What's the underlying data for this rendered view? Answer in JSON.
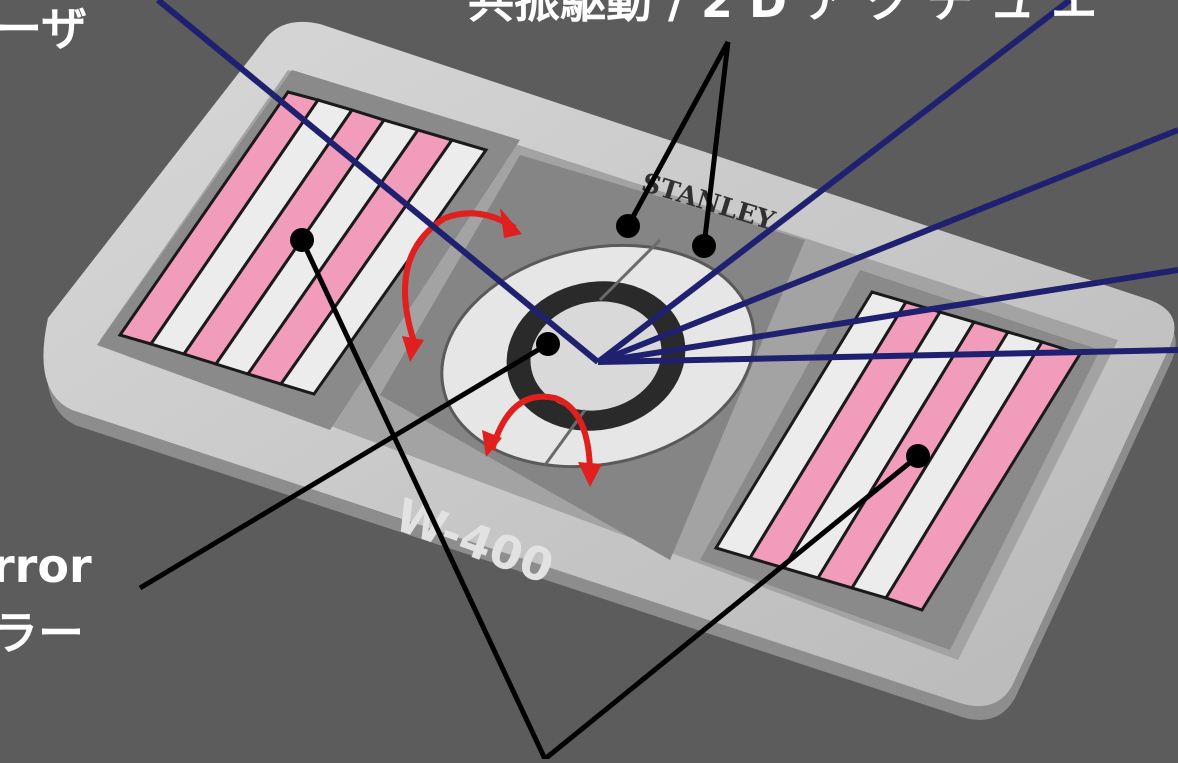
{
  "labels": {
    "top_left": "ーザ",
    "top_center": "共振駆動 / 2 D ア ク チ ュ エ",
    "mirror_en": "rror",
    "mirror_ja": "ラー"
  },
  "device": {
    "brand": "STANLEY",
    "model": "W-400"
  },
  "colors": {
    "background": "#5c5c5c",
    "electrode_pink": "#f29cbc",
    "laser_beam": "#1f2170",
    "pointer": "#000000",
    "rotation_arrow": "#e0201e"
  }
}
